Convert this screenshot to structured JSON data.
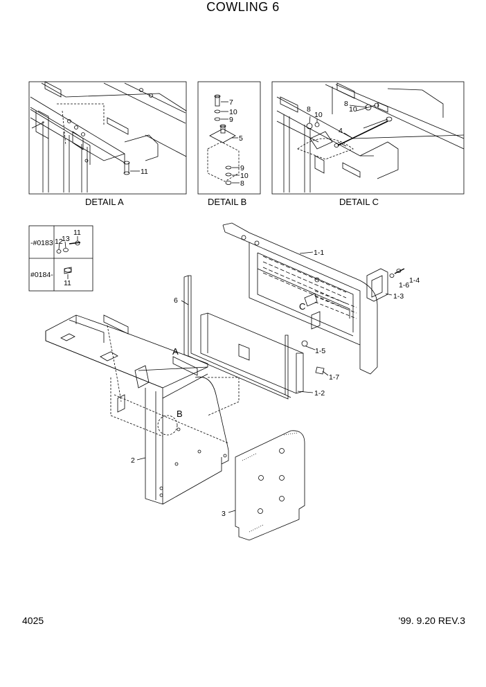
{
  "title": "COWLING 6",
  "page_number": "4025",
  "revision": "'99. 9.20 REV.3",
  "details": {
    "a": {
      "caption": "DETAIL  A",
      "parts": [
        "11"
      ]
    },
    "b": {
      "caption": "DETAIL  B",
      "parts": [
        "7",
        "10",
        "9",
        "5",
        "9",
        "10",
        "8"
      ]
    },
    "c": {
      "caption": "DETAIL C",
      "parts": [
        "8",
        "10",
        "8",
        "10",
        "4"
      ]
    }
  },
  "serial_box": {
    "row1": {
      "label": "-#0183",
      "parts": [
        "11",
        "12",
        "13"
      ]
    },
    "row2": {
      "label": "#0184-",
      "parts": [
        "11"
      ]
    }
  },
  "main": {
    "markers": [
      "A",
      "B",
      "C"
    ],
    "parts": [
      "1-1",
      "1-4",
      "1-6",
      "1-3",
      "6",
      "1-5",
      "1-7",
      "1-2",
      "2",
      "3"
    ]
  }
}
